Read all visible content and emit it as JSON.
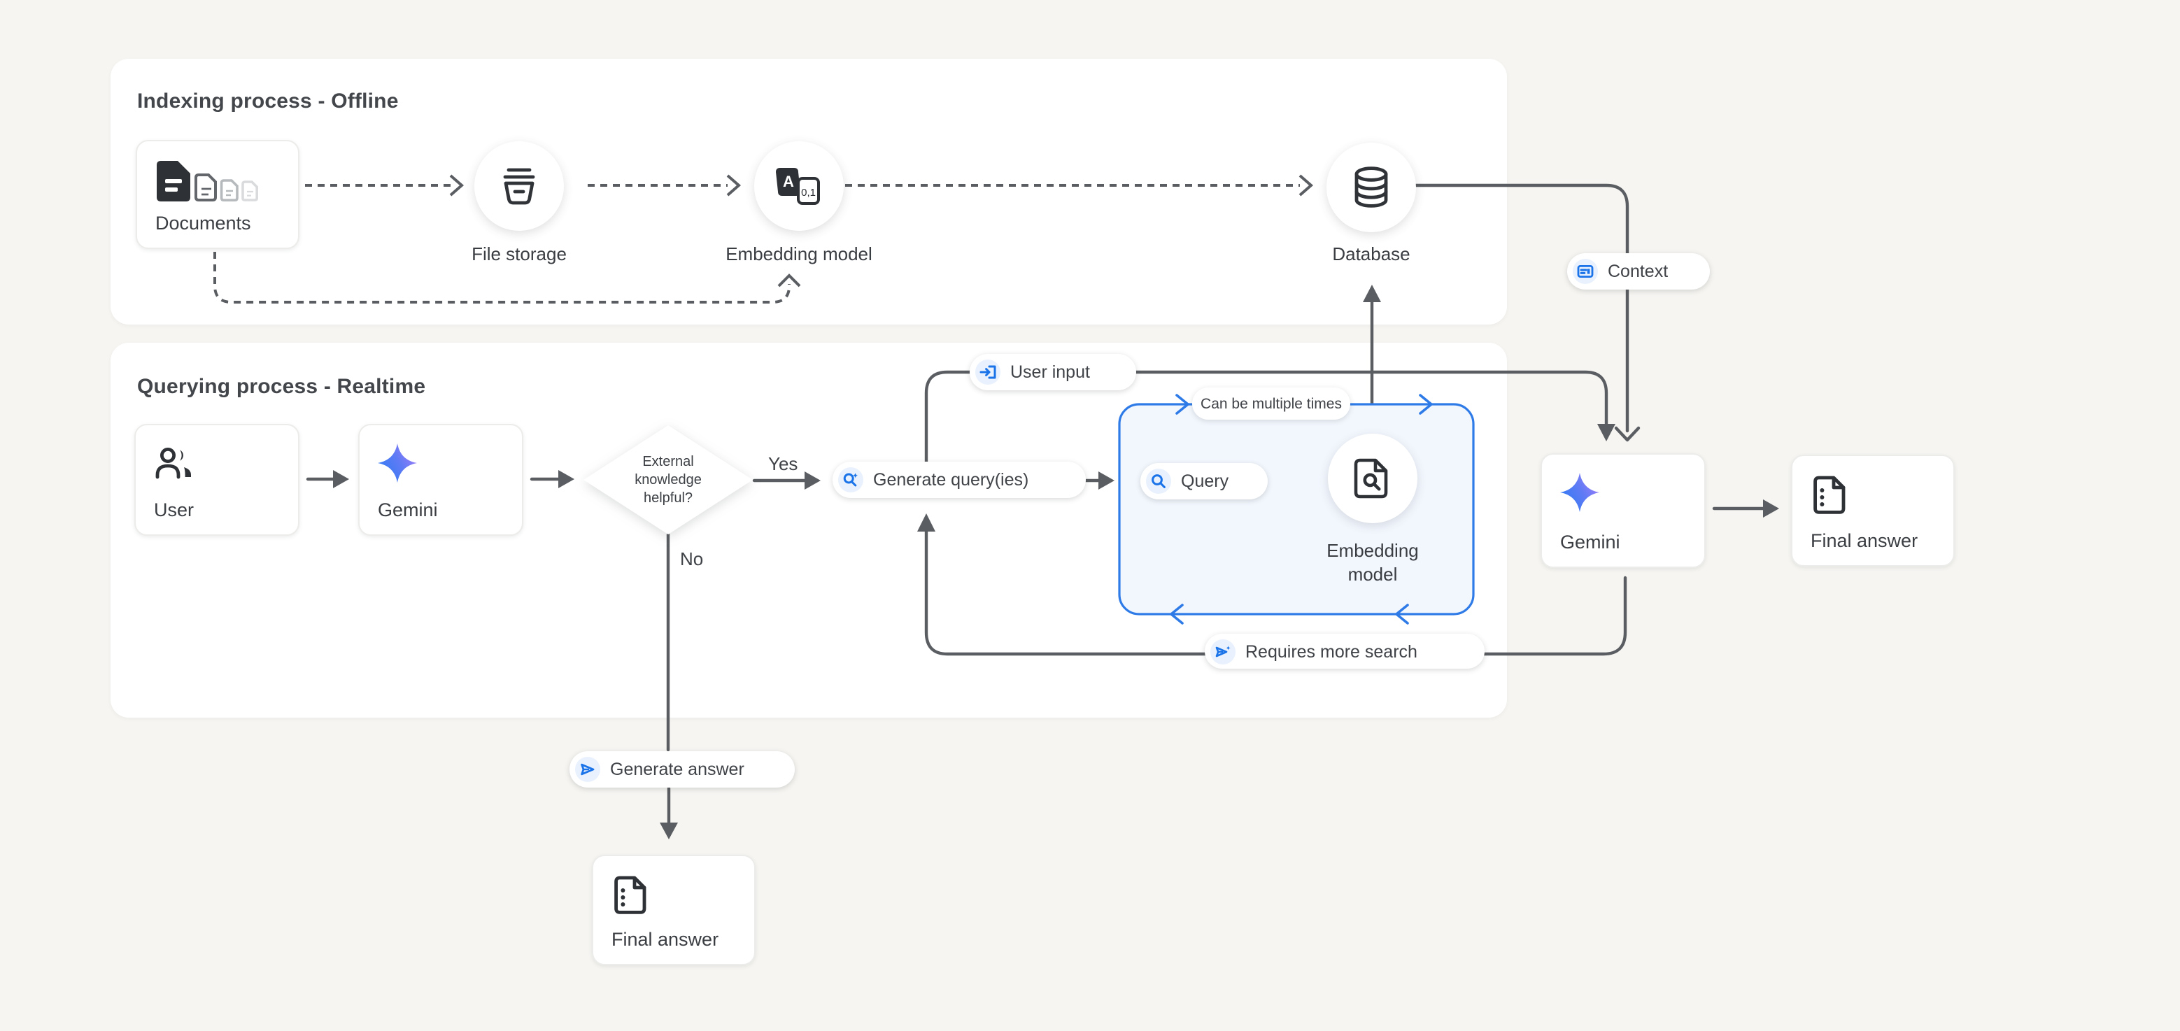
{
  "colors": {
    "accent_blue": "#1a73e8",
    "blue_border": "#2e7be8",
    "blue_box_fill": "#f2f7fe",
    "icon_chip_bg": "#e8f1fd",
    "line_gray": "#5a5d61",
    "text_dark": "#3c4045",
    "background": "#f6f5f2",
    "card_background": "#ffffff"
  },
  "indexing": {
    "title": "Indexing process - Offline",
    "documents": "Documents",
    "file_storage": "File storage",
    "embedding_model": "Embedding model",
    "database": "Database"
  },
  "querying": {
    "title": "Querying process - Realtime",
    "user": "User",
    "gemini": "Gemini",
    "decision": {
      "line1": "External",
      "line2": "knowledge",
      "line3": "helpful?",
      "yes": "Yes",
      "no": "No"
    },
    "generate_queries": "Generate query(ies)",
    "user_input": "User input",
    "can_be_multiple": "Can be multiple times",
    "query": "Query",
    "embedding_model_l1": "Embedding",
    "embedding_model_l2": "model",
    "requires_more_search": "Requires more search",
    "generate_answer": "Generate answer",
    "final_answer": "Final answer"
  },
  "right": {
    "context": "Context",
    "gemini": "Gemini",
    "final_answer": "Final answer"
  }
}
